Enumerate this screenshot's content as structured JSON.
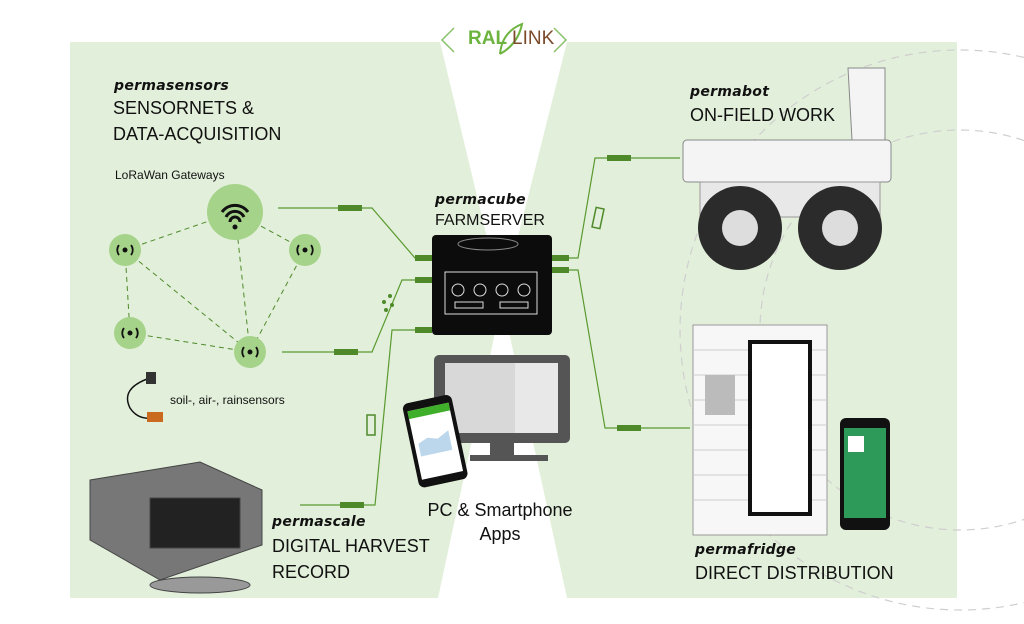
{
  "logo": {
    "left": "RAL",
    "right": "LINK"
  },
  "colors": {
    "panel": "#e2efda",
    "accent": "#6aaa3c",
    "wire": "#4e8a2a",
    "dark": "#111111"
  },
  "sensors": {
    "brand": "permasensors",
    "line1": "SENSORNETS &",
    "line2": "DATA-ACQUISITION",
    "gateways": "LoRaWan Gateways",
    "probes": "soil-, air-, rainsensors"
  },
  "cube": {
    "brand": "permacube",
    "title": "FARMSERVER"
  },
  "apps": {
    "line1": "PC & Smartphone",
    "line2": "Apps"
  },
  "scale": {
    "brand": "permascale",
    "line1": "DIGITAL HARVEST",
    "line2": "RECORD"
  },
  "bot": {
    "brand": "permabot",
    "title": "ON-FIELD WORK"
  },
  "fridge": {
    "brand": "permafridge",
    "title": "DIRECT DISTRIBUTION"
  }
}
